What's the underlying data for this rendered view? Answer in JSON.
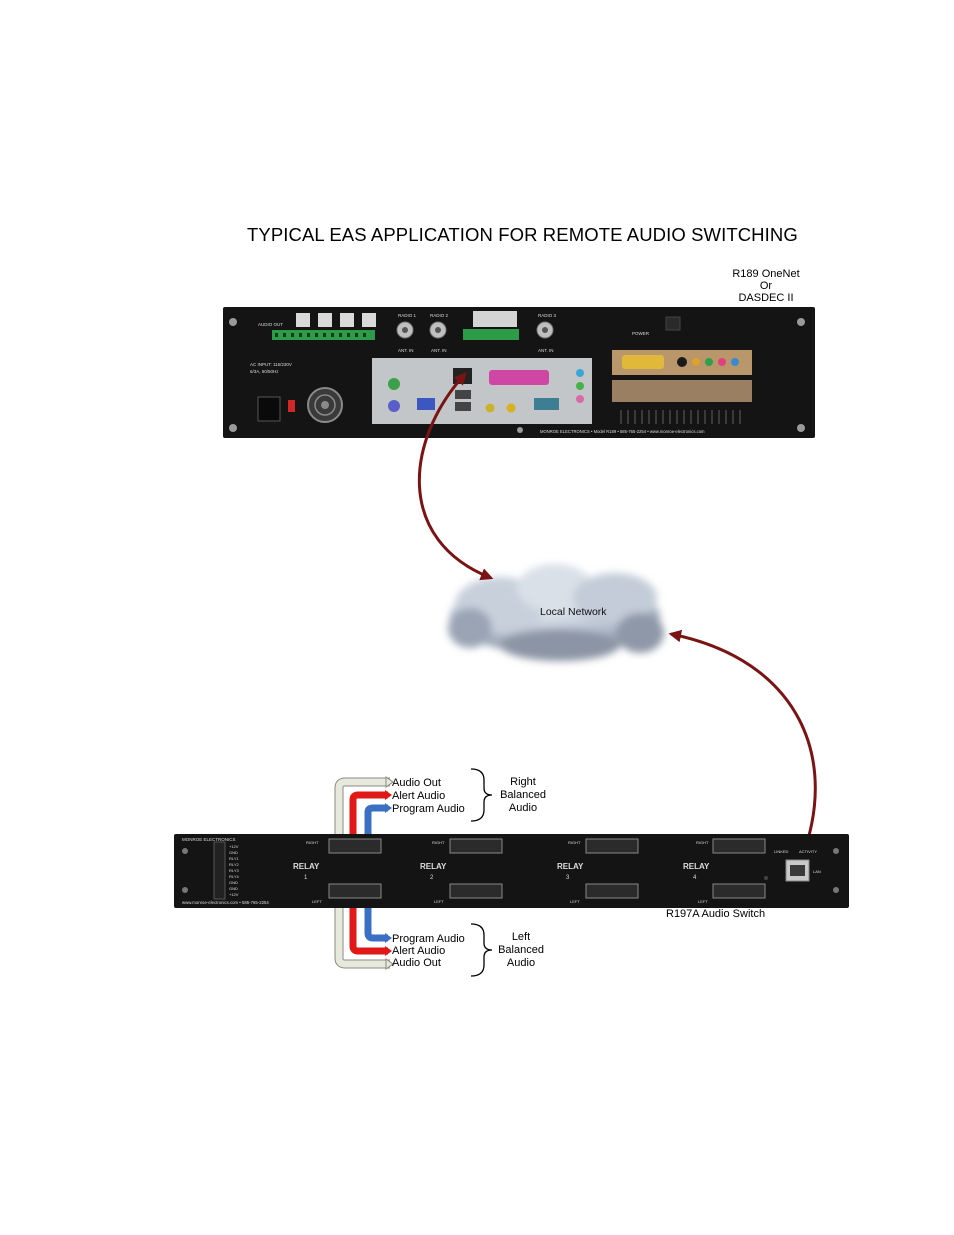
{
  "title": "TYPICAL EAS APPLICATION FOR REMOTE AUDIO SWITCHING",
  "r189": {
    "label_line1": "R189 OneNet",
    "label_line2": "Or",
    "label_line3": "DASDEC II",
    "audio_out_label": "AUDIO OUT",
    "radio1_label": "RADIO 1",
    "radio2_label": "RADIO 2",
    "radio3_label": "RADIO 3",
    "ant_in_label": "ANT. IN",
    "power_label": "POWER",
    "ac_input_line1": "AC INPUT: 115/230V",
    "ac_input_line2": "6/3A, 60/50Hz",
    "footer": "MONROE ELECTRONICS • Model R189 • 585-765-2254 • www.monroe-electronics.com"
  },
  "network": {
    "label": "Local Network"
  },
  "r197a": {
    "label": "R197A  Audio Switch",
    "brand": "MONROE  ELECTRONICS",
    "footer": "www.monroe-electronics.com  •  585-765-2254",
    "right_label": "RIGHT",
    "left_label": "LEFT",
    "linked_label": "LINKED",
    "activity_label": "ACTIVITY",
    "lan_label": "LAN",
    "relay_word": "RELAY",
    "relays": [
      "1",
      "2",
      "3",
      "4"
    ],
    "terminal_labels": [
      "+12V",
      "GND",
      "RLY1",
      "RLY2",
      "RLY3",
      "RLY4",
      "GND",
      "GND",
      "+12V"
    ]
  },
  "right_group": {
    "audio_out": "Audio Out",
    "alert_audio": "Alert Audio",
    "program_audio": "Program Audio",
    "brace_line1": "Right",
    "brace_line2": "Balanced",
    "brace_line3": "Audio"
  },
  "left_group": {
    "program_audio": "Program Audio",
    "alert_audio": "Alert Audio",
    "audio_out": "Audio Out",
    "brace_line1": "Left",
    "brace_line2": "Balanced",
    "brace_line3": "Audio"
  },
  "colors": {
    "arrow": "#7a1414",
    "alert_wire": "#e01818",
    "program_wire": "#3a6fc4",
    "out_wire": "#e7e9dd",
    "panel": "#141414"
  }
}
